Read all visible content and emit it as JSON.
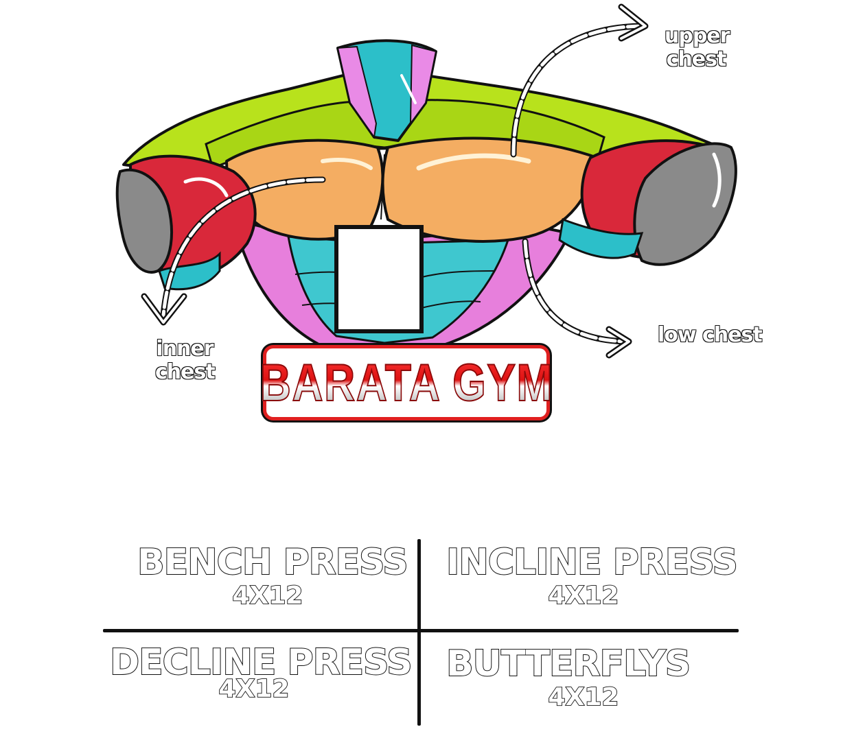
{
  "diagram": {
    "brand": "BARATA GYM",
    "callouts": {
      "upper_chest": [
        "upper",
        "chest"
      ],
      "inner_chest": [
        "inner",
        "chest"
      ],
      "low_chest": "low chest"
    },
    "region_colors": {
      "upper_chest": "#b8e21c",
      "pecs": "#f4ad62",
      "abs": "#3fc7cf",
      "obliques": "#e77fdc",
      "deltoid_front": "#d9283a",
      "deltoid_cap": "#8a8a8a",
      "neck_pink": "#e98ae6",
      "neck_teal": "#2cbfc9"
    }
  },
  "exercises": [
    {
      "name": "BENCH PRESS",
      "sets": "4X12"
    },
    {
      "name": "INCLINE PRESS",
      "sets": "4X12"
    },
    {
      "name": "DECLINE PRESS",
      "sets": "4X12"
    },
    {
      "name": "BUTTERFLYS",
      "sets": "4X12"
    }
  ]
}
